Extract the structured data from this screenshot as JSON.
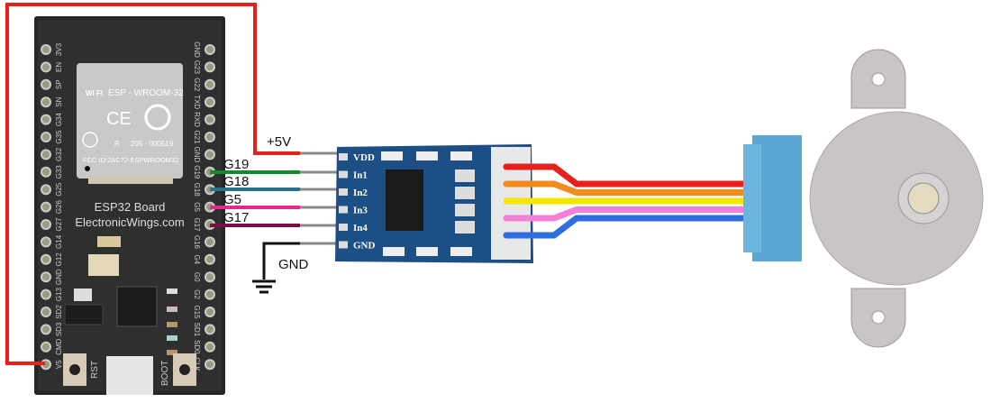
{
  "board": {
    "name_line1": "ESP32 Board",
    "name_line2": "ElectronicWings.com",
    "module_title": "ESP - WROOM-32",
    "wifi_logo": "WI FI",
    "ce_mark": "CE",
    "cert_r": "R",
    "cert_number": "205 - 000519",
    "fcc_id": "FCC ID:2AC72-ESPWROOM32",
    "left_pins": [
      "3V3",
      "EN",
      "SP",
      "SN",
      "G34",
      "G35",
      "G32",
      "G33",
      "G25",
      "G26",
      "G27",
      "G14",
      "G12",
      "GND",
      "G13",
      "SD2",
      "SD3",
      "CMD",
      "V5"
    ],
    "right_pins": [
      "GND",
      "G23",
      "G22",
      "TXD",
      "RXD",
      "G21",
      "GND",
      "G19",
      "G18",
      "G5",
      "G17",
      "G16",
      "G4",
      "G0",
      "G2",
      "G15",
      "SD1",
      "SD0",
      "CLK"
    ],
    "rst_label": "RST",
    "boot_label": "BOOT"
  },
  "wires": {
    "power_label": "+5V",
    "ground_label": "GND",
    "signals": [
      {
        "label": "G19",
        "color": "#138a2a"
      },
      {
        "label": "G18",
        "color": "#2c6f8c"
      },
      {
        "label": "G5",
        "color": "#e6288a"
      },
      {
        "label": "G17",
        "color": "#7b0f45"
      }
    ],
    "power_color": "#e8201c"
  },
  "driver": {
    "pins": [
      "VDD",
      "In1",
      "In2",
      "In3",
      "In4",
      "GND"
    ],
    "color": "#1c4f86"
  },
  "motor_wires": [
    "#e8201c",
    "#f28a1e",
    "#f5e600",
    "#f27fd8",
    "#2f6ee0"
  ],
  "motor": {
    "cap_color": "#5aa7d6",
    "body_color": "#c9c4c6"
  }
}
